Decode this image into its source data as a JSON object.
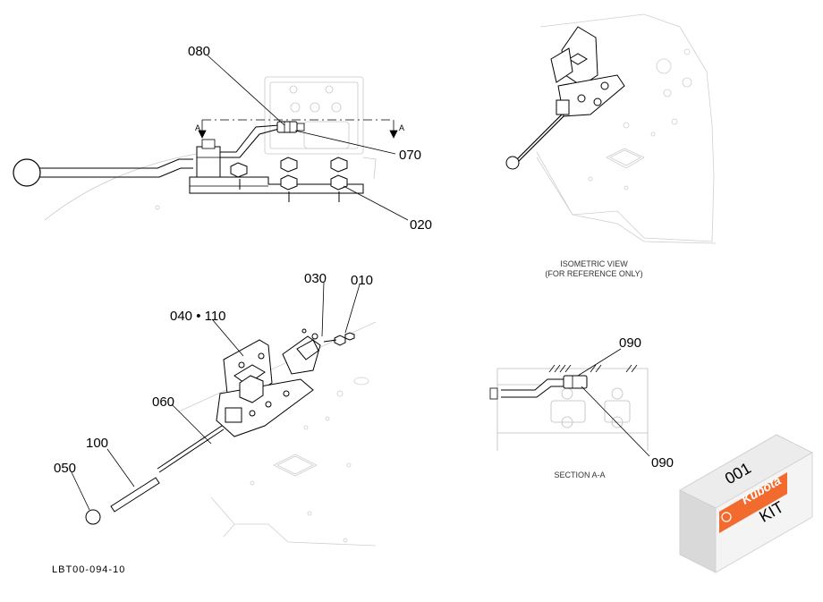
{
  "callouts": {
    "c080": "080",
    "c070": "070",
    "c020": "020",
    "c030": "030",
    "c010": "010",
    "c040_110": "040 • 110",
    "c060": "060",
    "c100": "100",
    "c050": "050",
    "c090_top": "090",
    "c090_bottom": "090"
  },
  "section_marks": {
    "left": "A",
    "right": "A"
  },
  "iso_caption": {
    "line1": "ISOMETRIC VIEW",
    "line2": "(FOR REFERENCE ONLY)"
  },
  "section_caption": "SECTION A-A",
  "document_number": "LBT00-094-10",
  "kit_box": {
    "number": "001",
    "brand": "Kubota",
    "label": "KIT",
    "brand_color": "#f26a2e"
  }
}
